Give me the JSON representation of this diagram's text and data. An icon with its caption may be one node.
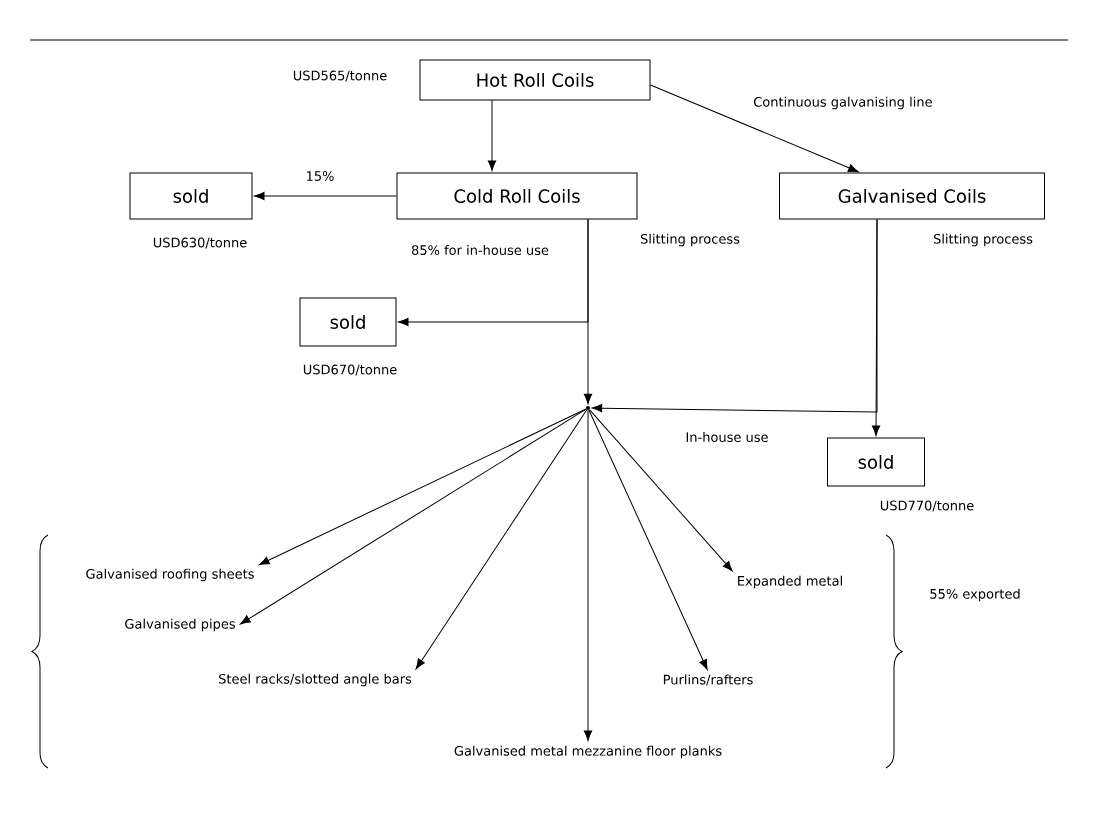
{
  "diagram": {
    "nodes": [
      {
        "text": [
          "Hot Roll Coils"
        ],
        "beside": [
          "USD565/tonne"
        ]
      },
      {
        "text": [
          "Cold Roll Coils"
        ]
      },
      {
        "text": [
          "Galvanised Coils"
        ]
      },
      {
        "text": [
          "sold"
        ],
        "beside": [
          "USD630/tonne"
        ]
      },
      {
        "text": [
          "sold"
        ],
        "beside": [
          "USD670/tonne"
        ]
      },
      {
        "text": [],
        "shape": "point"
      },
      {
        "text": [
          "sold"
        ],
        "beside": [
          "USD770/tonne"
        ]
      },
      {
        "text": [
          "Galvanised roofing sheets"
        ]
      },
      {
        "text": [
          "Galvanised pipes"
        ]
      },
      {
        "text": [
          "Steel racks/slotted angle bars"
        ]
      },
      {
        "text": [
          "Galvanised metal mezzanine floor planks"
        ]
      },
      {
        "text": [
          "Purlins/rafters"
        ]
      },
      {
        "text": [
          "Expanded metal"
        ]
      }
    ],
    "edges": [
      {
        "from": 0,
        "to": 1,
        "arrow": "to"
      },
      {
        "from": 0,
        "to": 2,
        "arrow": "to",
        "label": "Continuous galvanising line"
      },
      {
        "from": 1,
        "to": 3,
        "arrow": "to",
        "label": "15%"
      },
      {
        "from": 1,
        "to": 5,
        "arrow": "to",
        "label": "Slitting process"
      },
      {
        "from": 1,
        "to": 4,
        "arrow": "to"
      },
      {
        "from": 2,
        "to": 6,
        "arrow": "to",
        "label": "Slitting process"
      },
      {
        "from": 2,
        "to": 5,
        "arrow": "to",
        "label": "In-house use"
      },
      {
        "from": 5,
        "to": 7,
        "arrow": "to"
      },
      {
        "from": 5,
        "to": 8,
        "arrow": "to"
      },
      {
        "from": 5,
        "to": 9,
        "arrow": "to"
      },
      {
        "from": 5,
        "to": 10,
        "arrow": "to"
      },
      {
        "from": 5,
        "to": 11,
        "arrow": "to"
      },
      {
        "from": 5,
        "to": 12,
        "arrow": "to"
      }
    ],
    "labels": [
      "85% for in-house use",
      "55% exported"
    ]
  }
}
